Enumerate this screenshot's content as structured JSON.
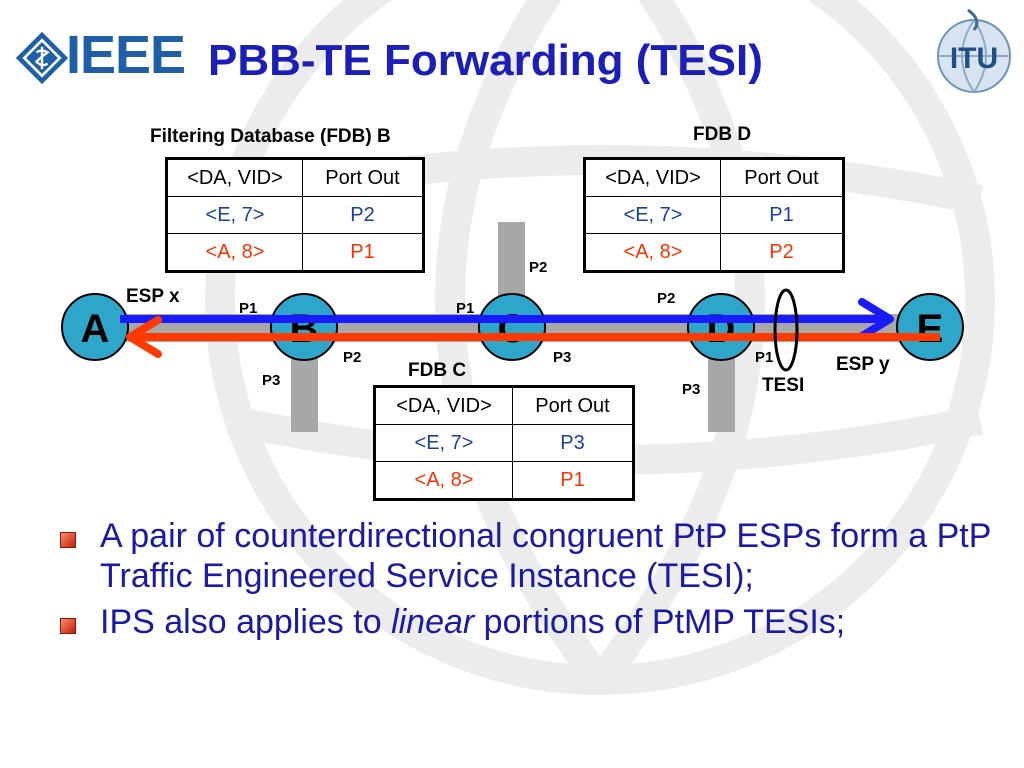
{
  "header": {
    "ieee_logo_text": "IEEE",
    "title": "PBB-TE Forwarding (TESI)",
    "itu_logo_text": "ITU"
  },
  "colors": {
    "title": "#1b1fb8",
    "esp_x_line": "#1a1aff",
    "esp_y_line": "#ff3a00",
    "blue_entry": "#1a3f9c",
    "red_entry": "#ff3000",
    "node_fill": "#2ea6c9",
    "bullet_text": "#1a1aa6"
  },
  "tables": {
    "fdb_b": {
      "caption": "Filtering Database (FDB) B",
      "headers": [
        "<DA, VID>",
        "Port Out"
      ],
      "rows": [
        [
          "<E, 7>",
          "P2"
        ],
        [
          "<A, 8>",
          "P1"
        ]
      ]
    },
    "fdb_d": {
      "caption": "FDB D",
      "headers": [
        "<DA, VID>",
        "Port Out"
      ],
      "rows": [
        [
          "<E, 7>",
          "P1"
        ],
        [
          "<A, 8>",
          "P2"
        ]
      ]
    },
    "fdb_c": {
      "caption": "FDB C",
      "headers": [
        "<DA, VID>",
        "Port Out"
      ],
      "rows": [
        [
          "<E, 7>",
          "P3"
        ],
        [
          "<A, 8>",
          "P1"
        ]
      ]
    }
  },
  "nodes": {
    "a": "A",
    "b": "B",
    "c": "C",
    "d": "D",
    "e": "E"
  },
  "ports": {
    "b_p1": "P1",
    "b_p2": "P2",
    "b_p3": "P3",
    "c_p1": "P1",
    "c_p2": "P2",
    "c_p3": "P3",
    "d_p1": "P1",
    "d_p2": "P2",
    "d_p3": "P3"
  },
  "labels": {
    "esp_x": "ESP x",
    "esp_y": "ESP y",
    "tesi": "TESI"
  },
  "bullets": {
    "b1": "A pair of counterdirectional congruent PtP ESPs form a PtP Traffic Engineered Service Instance (TESI);",
    "b2_pre": "IPS also applies to ",
    "b2_em": "linear",
    "b2_post": " portions of PtMP TESIs;"
  }
}
